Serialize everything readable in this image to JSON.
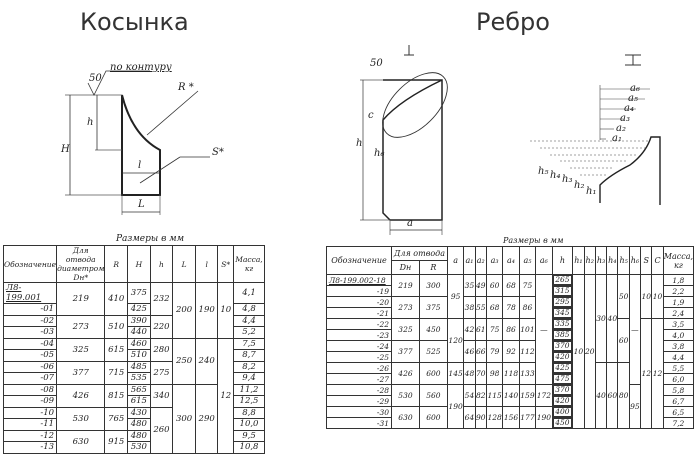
{
  "titles": {
    "left": "Косынка",
    "right": "Ребро"
  },
  "left_drawing": {
    "roughness": "50",
    "contour_note": "по контуру",
    "labels": {
      "R": "R *",
      "H": "H",
      "h": "h",
      "l": "l",
      "L": "L",
      "S": "S*"
    }
  },
  "right_drawing": {
    "view_marker": "I",
    "roughness": "50",
    "labels": {
      "c": "c",
      "h": "h",
      "h6": "h₆",
      "a": "a",
      "a1": "a₁",
      "a2": "a₂",
      "a3": "a₃",
      "a4": "a₄",
      "a5": "a₅",
      "a6": "a₆",
      "h1": "h₁",
      "h2": "h₂",
      "h3": "h₃",
      "h4": "h₄",
      "h5": "h₅"
    }
  },
  "left_table": {
    "caption": "Размеры в мм",
    "headers": [
      "Обозначение",
      "Для отвода диаметром Dн*",
      "R",
      "H",
      "h",
      "L",
      "l",
      "S*",
      "Масса, кг"
    ],
    "designations": [
      "Л8-199.001",
      "-01",
      "-02",
      "-03",
      "-04",
      "-05",
      "-06",
      "-07",
      "-08",
      "-09",
      "-10",
      "-11",
      "-12",
      "-13"
    ],
    "groups": [
      {
        "Dn": "219",
        "R": "410",
        "h": "232"
      },
      {
        "Dn": "273",
        "R": "510",
        "h": "220"
      },
      {
        "Dn": "325",
        "R": "615",
        "h": "280"
      },
      {
        "Dn": "377",
        "R": "715",
        "h": "275"
      },
      {
        "Dn": "426",
        "R": "815",
        "h": "340"
      },
      {
        "Dn": "530",
        "R": "765",
        "h": "260"
      },
      {
        "Dn": "630",
        "R": "915",
        "h": ""
      }
    ],
    "H": [
      "375",
      "425",
      "390",
      "440",
      "460",
      "510",
      "485",
      "535",
      "565",
      "615",
      "430",
      "480",
      "480",
      "530"
    ],
    "L": [
      "200",
      "250",
      "300"
    ],
    "l": [
      "190",
      "240",
      "290"
    ],
    "S": [
      "10",
      "12"
    ],
    "mass": [
      "4,1",
      "4,8",
      "4,4",
      "5,2",
      "7,5",
      "8,7",
      "8,2",
      "9,4",
      "11,2",
      "12,5",
      "8,8",
      "10,0",
      "9,5",
      "10,8"
    ]
  },
  "right_table": {
    "caption": "Размеры в мм",
    "headers": {
      "designation": "Обозначение",
      "for_branch": "Для отвода",
      "Dn": "Dн",
      "R": "R",
      "a": "a",
      "a1": "a₁",
      "a2": "a₂",
      "a3": "a₃",
      "a4": "a₄",
      "a5": "a₅",
      "a6": "a₆",
      "h": "h",
      "h1": "h₁",
      "h2": "h₂",
      "h3": "h₃",
      "h4": "h₄",
      "h5": "h₅",
      "h6": "h₆",
      "S": "S",
      "C": "C",
      "mass": "Масса, кг"
    },
    "designations": [
      "Л8-199.002-18",
      "-19",
      "-20",
      "-21",
      "-22",
      "-23",
      "-24",
      "-25",
      "-26",
      "-27",
      "-28",
      "-29",
      "-30",
      "-31"
    ],
    "groups": [
      {
        "Dn": "219",
        "R": "300",
        "a1": "35",
        "a2": "49",
        "a3": "60",
        "a4": "68",
        "a5": "75"
      },
      {
        "Dn": "273",
        "R": "375",
        "a1": "38",
        "a2": "55",
        "a3": "68",
        "a4": "78",
        "a5": "86"
      },
      {
        "Dn": "325",
        "R": "450",
        "a1": "42",
        "a2": "61",
        "a3": "75",
        "a4": "86",
        "a5": "101"
      },
      {
        "Dn": "377",
        "R": "525",
        "a1": "46",
        "a2": "66",
        "a3": "79",
        "a4": "92",
        "a5": "112"
      },
      {
        "Dn": "426",
        "R": "600",
        "a1": "48",
        "a2": "70",
        "a3": "98",
        "a4": "118",
        "a5": "133"
      },
      {
        "Dn": "530",
        "R": "560",
        "a1": "54",
        "a2": "82",
        "a3": "115",
        "a4": "140",
        "a5": "159",
        "a6": "172"
      },
      {
        "Dn": "630",
        "R": "600",
        "a1": "64",
        "a2": "90",
        "a3": "128",
        "a4": "156",
        "a5": "177",
        "a6": "190"
      }
    ],
    "a": [
      "95",
      "120",
      "145",
      "190"
    ],
    "a6_dash": "—",
    "h": [
      "265",
      "315",
      "295",
      "345",
      "335",
      "385",
      "370",
      "420",
      "425",
      "475",
      "370",
      "420",
      "400",
      "450"
    ],
    "h1": "10",
    "h2": "20",
    "h3": [
      "30",
      "40"
    ],
    "h4": [
      "40",
      "60"
    ],
    "h5": [
      "50",
      "60",
      "80"
    ],
    "h6": [
      "—",
      "95"
    ],
    "S": [
      "10",
      "12"
    ],
    "C": [
      "10",
      "12"
    ],
    "mass": [
      "1,8",
      "2,2",
      "1,9",
      "2,4",
      "3,5",
      "4,0",
      "3,8",
      "4,4",
      "5,5",
      "6,0",
      "5,8",
      "6,7",
      "6,5",
      "7,2"
    ]
  }
}
